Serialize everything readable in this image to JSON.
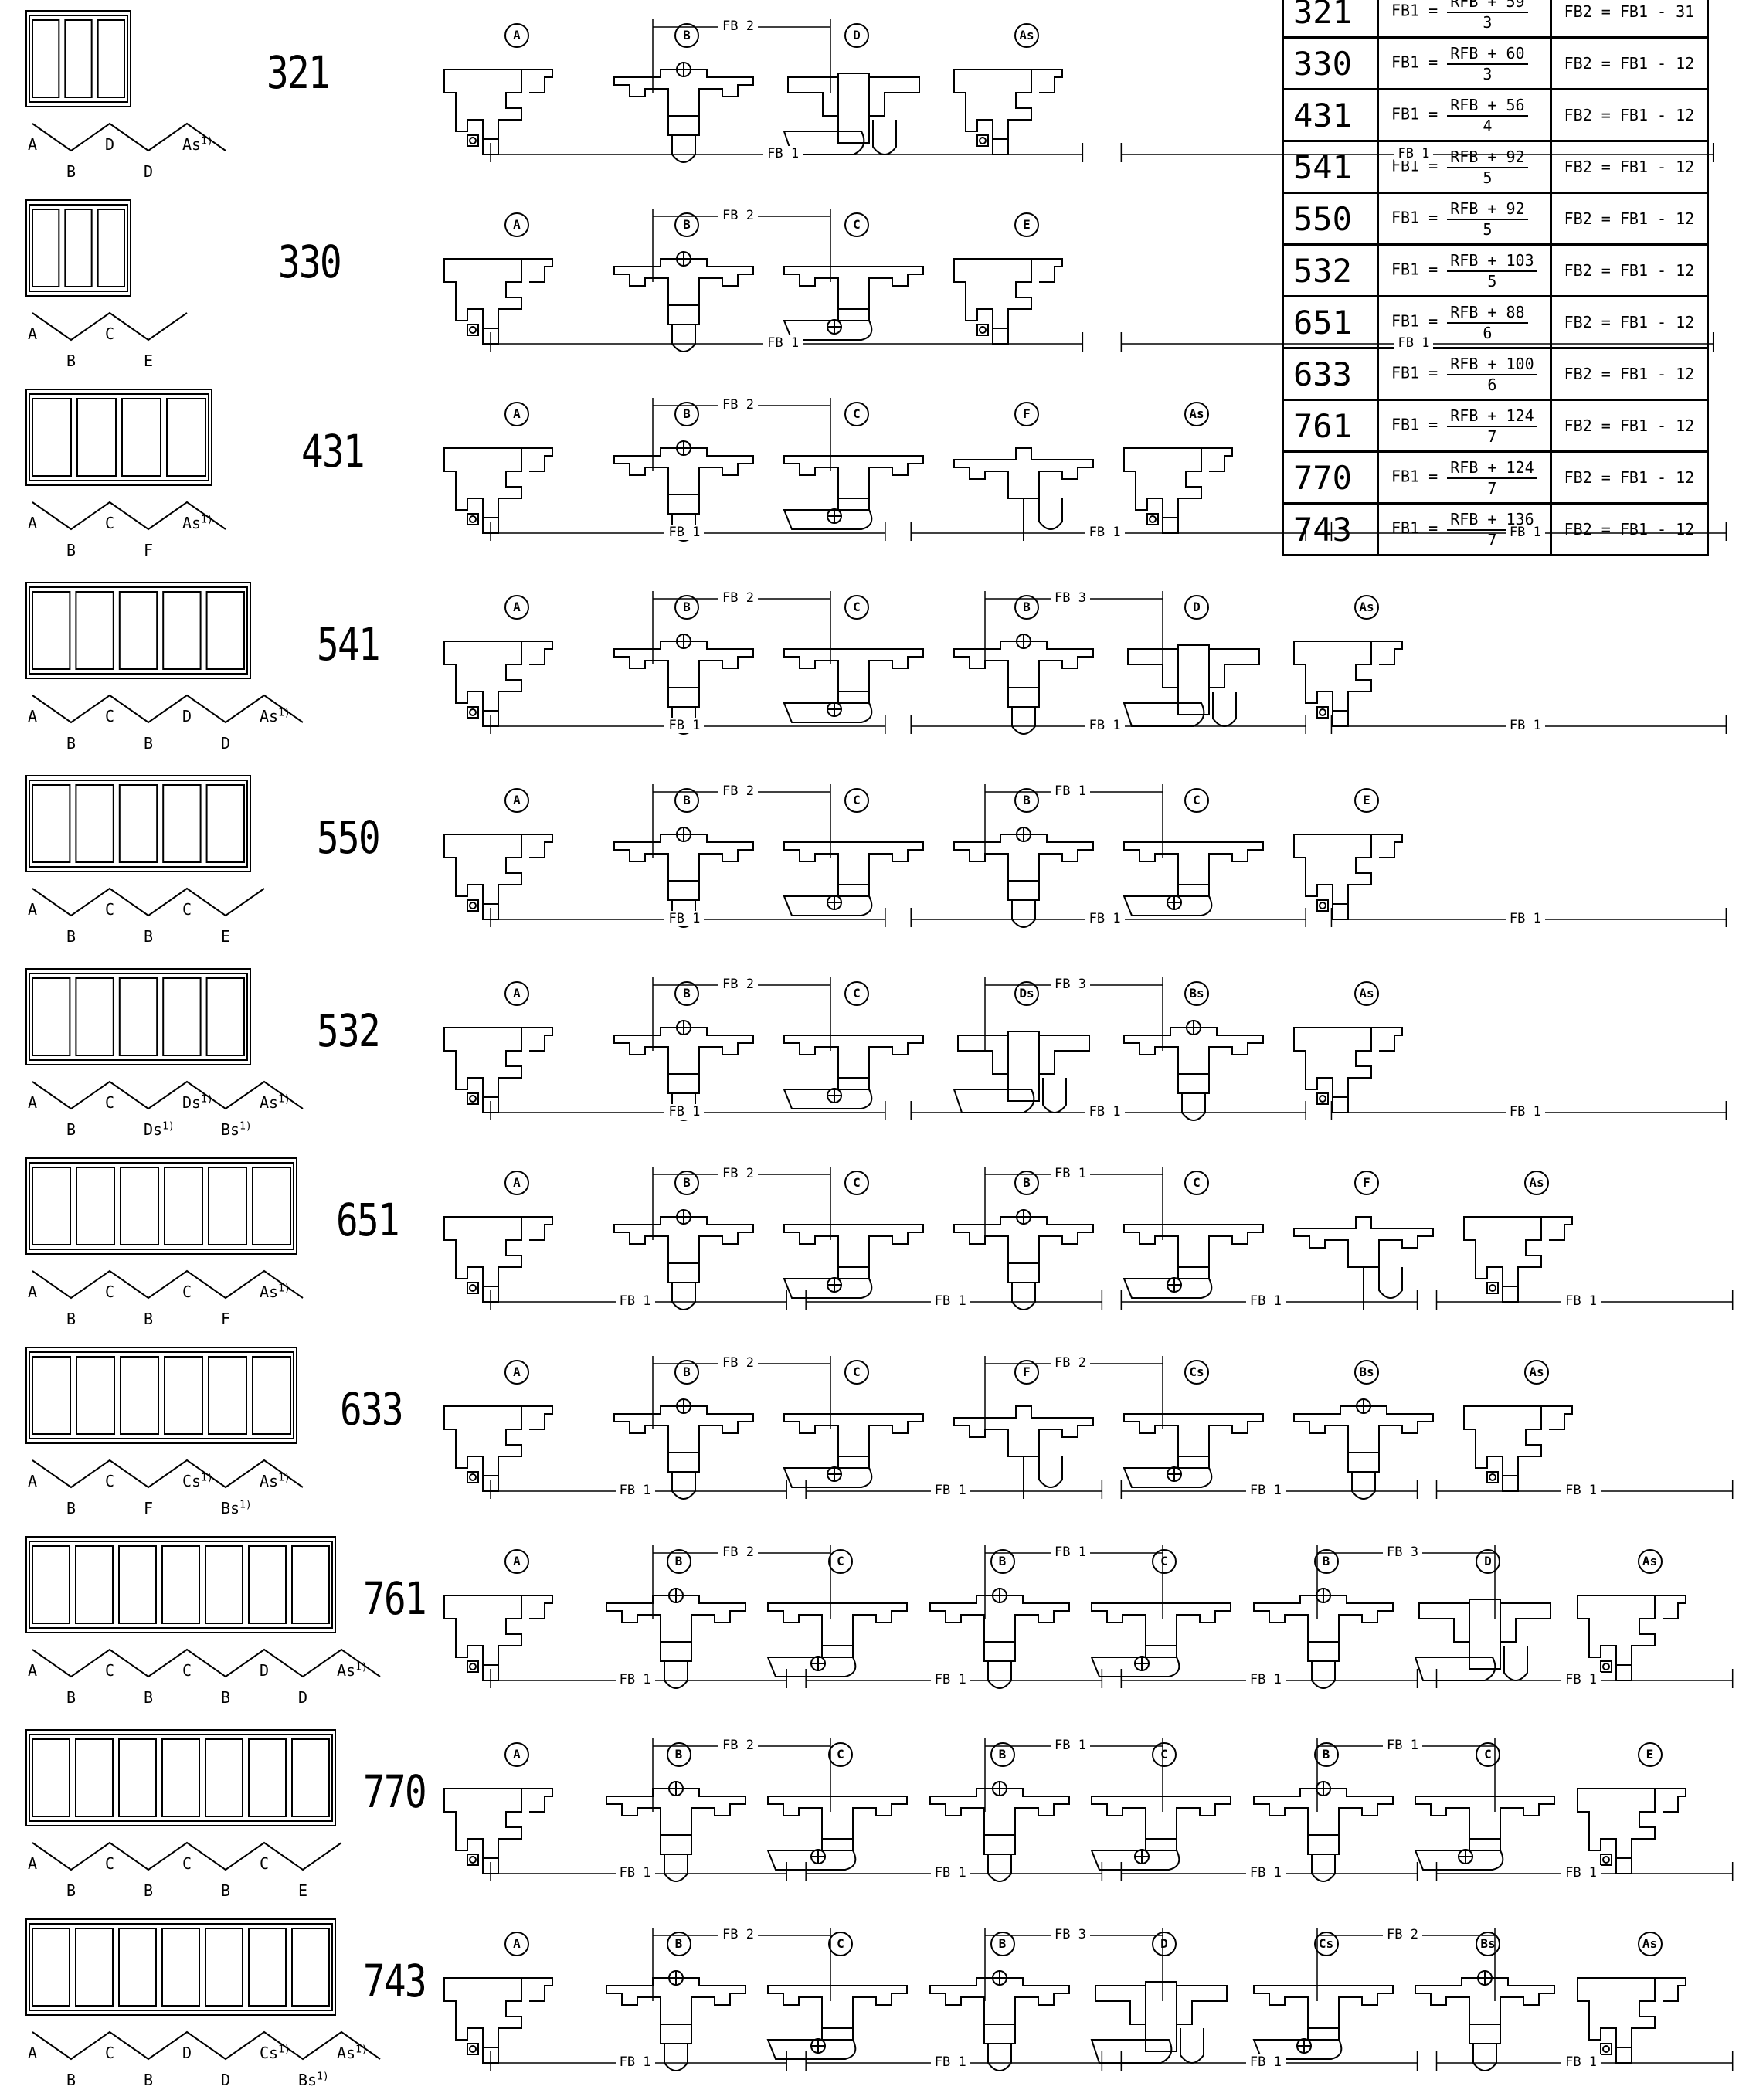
{
  "table": {
    "rows": [
      {
        "type": "321",
        "num": "RFB + 59",
        "den": "3",
        "fb2": "FB2 = FB1 - 31"
      },
      {
        "type": "330",
        "num": "RFB + 60",
        "den": "3",
        "fb2": "FB2 = FB1 - 12"
      },
      {
        "type": "431",
        "num": "RFB + 56",
        "den": "4",
        "fb2": "FB2 = FB1 - 12"
      },
      {
        "type": "541",
        "num": "RFB + 92",
        "den": "5",
        "fb2": "FB2 = FB1 - 12"
      },
      {
        "type": "550",
        "num": "RFB + 92",
        "den": "5",
        "fb2": "FB2 = FB1 - 12"
      },
      {
        "type": "532",
        "num": "RFB + 103",
        "den": "5",
        "fb2": "FB2 = FB1 - 12"
      },
      {
        "type": "651",
        "num": "RFB + 88",
        "den": "6",
        "fb2": "FB2 = FB1 - 12"
      },
      {
        "type": "633",
        "num": "RFB + 100",
        "den": "6",
        "fb2": "FB2 = FB1 - 12"
      },
      {
        "type": "761",
        "num": "RFB + 124",
        "den": "7",
        "fb2": "FB2 = FB1 - 12"
      },
      {
        "type": "770",
        "num": "RFB + 124",
        "den": "7",
        "fb2": "FB2 = FB1 - 12"
      },
      {
        "type": "743",
        "num": "RFB + 136",
        "den": "7",
        "fb2": "FB2 = FB1 - 12"
      }
    ],
    "fb1_prefix": "FB1 ="
  },
  "rows": [
    {
      "code": "321",
      "fold": [
        "A",
        "B",
        "D",
        "D",
        "As"
      ],
      "fold_sup": [
        0,
        0,
        0,
        0,
        1
      ],
      "sections": [
        "A",
        "B",
        "D",
        "As"
      ],
      "dims": [
        {
          "label": "FB 2",
          "top": true
        },
        {
          "label": "FB 1"
        },
        {
          "label": "FB 1"
        }
      ]
    },
    {
      "code": "330",
      "fold": [
        "A",
        "B",
        "C",
        "E"
      ],
      "fold_sup": [
        0,
        0,
        0,
        0
      ],
      "sections": [
        "A",
        "B",
        "C",
        "E"
      ],
      "dims": [
        {
          "label": "FB 2",
          "top": true
        },
        {
          "label": "FB 1"
        },
        {
          "label": "FB 1"
        }
      ]
    },
    {
      "code": "431",
      "fold": [
        "A",
        "B",
        "C",
        "F",
        "As"
      ],
      "fold_sup": [
        0,
        0,
        0,
        0,
        1
      ],
      "sections": [
        "A",
        "B",
        "C",
        "F",
        "As"
      ],
      "dims": [
        {
          "label": "FB 2",
          "top": true
        },
        {
          "label": "FB 1"
        },
        {
          "label": "FB 1"
        },
        {
          "label": "FB 1"
        }
      ]
    },
    {
      "code": "541",
      "fold": [
        "A",
        "B",
        "C",
        "B",
        "D",
        "D",
        "As"
      ],
      "fold_sup": [
        0,
        0,
        0,
        0,
        0,
        0,
        1
      ],
      "sections": [
        "A",
        "B",
        "C",
        "B",
        "D",
        "As"
      ],
      "dims": [
        {
          "label": "FB 2",
          "top": true
        },
        {
          "label": "FB 3",
          "top": true
        },
        {
          "label": "FB 1"
        },
        {
          "label": "FB 1"
        },
        {
          "label": "FB 1"
        }
      ]
    },
    {
      "code": "550",
      "fold": [
        "A",
        "B",
        "C",
        "B",
        "C",
        "E"
      ],
      "fold_sup": [
        0,
        0,
        0,
        0,
        0,
        0
      ],
      "sections": [
        "A",
        "B",
        "C",
        "B",
        "C",
        "E"
      ],
      "dims": [
        {
          "label": "FB 2",
          "top": true
        },
        {
          "label": "FB 1",
          "top": true
        },
        {
          "label": "FB 1"
        },
        {
          "label": "FB 1"
        },
        {
          "label": "FB 1"
        }
      ]
    },
    {
      "code": "532",
      "fold": [
        "A",
        "B",
        "C",
        "Ds",
        "Ds",
        "Bs",
        "As"
      ],
      "fold_sup": [
        0,
        0,
        0,
        1,
        1,
        1,
        1
      ],
      "sections": [
        "A",
        "B",
        "C",
        "Ds",
        "Bs",
        "As"
      ],
      "dims": [
        {
          "label": "FB 2",
          "top": true
        },
        {
          "label": "FB 3",
          "top": true
        },
        {
          "label": "FB 1"
        },
        {
          "label": "FB 1"
        },
        {
          "label": "FB 1"
        }
      ]
    },
    {
      "code": "651",
      "fold": [
        "A",
        "B",
        "C",
        "B",
        "C",
        "F",
        "As"
      ],
      "fold_sup": [
        0,
        0,
        0,
        0,
        0,
        0,
        1
      ],
      "sections": [
        "A",
        "B",
        "C",
        "B",
        "C",
        "F",
        "As"
      ],
      "dims": [
        {
          "label": "FB 2",
          "top": true
        },
        {
          "label": "FB 1",
          "top": true
        },
        {
          "label": "FB 1"
        },
        {
          "label": "FB 1"
        },
        {
          "label": "FB 1"
        },
        {
          "label": "FB 1"
        }
      ]
    },
    {
      "code": "633",
      "fold": [
        "A",
        "B",
        "C",
        "F",
        "Cs",
        "Bs",
        "As"
      ],
      "fold_sup": [
        0,
        0,
        0,
        0,
        1,
        1,
        1
      ],
      "sections": [
        "A",
        "B",
        "C",
        "F",
        "Cs",
        "Bs",
        "As"
      ],
      "dims": [
        {
          "label": "FB 2",
          "top": true
        },
        {
          "label": "FB 2",
          "top": true
        },
        {
          "label": "FB 1"
        },
        {
          "label": "FB 1"
        },
        {
          "label": "FB 1"
        },
        {
          "label": "FB 1"
        }
      ]
    },
    {
      "code": "761",
      "fold": [
        "A",
        "B",
        "C",
        "B",
        "C",
        "B",
        "D",
        "D",
        "As"
      ],
      "fold_sup": [
        0,
        0,
        0,
        0,
        0,
        0,
        0,
        0,
        1
      ],
      "sections": [
        "A",
        "B",
        "C",
        "B",
        "C",
        "B",
        "D",
        "As"
      ],
      "dims": [
        {
          "label": "FB 2",
          "top": true
        },
        {
          "label": "FB 1",
          "top": true
        },
        {
          "label": "FB 3",
          "top": true
        },
        {
          "label": "FB 1"
        },
        {
          "label": "FB 1"
        },
        {
          "label": "FB 1"
        },
        {
          "label": "FB 1"
        }
      ]
    },
    {
      "code": "770",
      "fold": [
        "A",
        "B",
        "C",
        "B",
        "C",
        "B",
        "C",
        "E"
      ],
      "fold_sup": [
        0,
        0,
        0,
        0,
        0,
        0,
        0,
        0
      ],
      "sections": [
        "A",
        "B",
        "C",
        "B",
        "C",
        "B",
        "C",
        "E"
      ],
      "dims": [
        {
          "label": "FB 2",
          "top": true
        },
        {
          "label": "FB 1",
          "top": true
        },
        {
          "label": "FB 1",
          "top": true
        },
        {
          "label": "FB 1"
        },
        {
          "label": "FB 1"
        },
        {
          "label": "FB 1"
        },
        {
          "label": "FB 1"
        }
      ]
    },
    {
      "code": "743",
      "fold": [
        "A",
        "B",
        "C",
        "B",
        "D",
        "D",
        "Cs",
        "Bs",
        "As"
      ],
      "fold_sup": [
        0,
        0,
        0,
        0,
        0,
        0,
        1,
        1,
        1
      ],
      "sections": [
        "A",
        "B",
        "C",
        "B",
        "D",
        "Cs",
        "Bs",
        "As"
      ],
      "dims": [
        {
          "label": "FB 2",
          "top": true
        },
        {
          "label": "FB 3",
          "top": true
        },
        {
          "label": "FB 2",
          "top": true
        },
        {
          "label": "FB 1"
        },
        {
          "label": "FB 1"
        },
        {
          "label": "FB 1"
        },
        {
          "label": "FB 1"
        }
      ]
    }
  ],
  "sup_mark": "1)"
}
